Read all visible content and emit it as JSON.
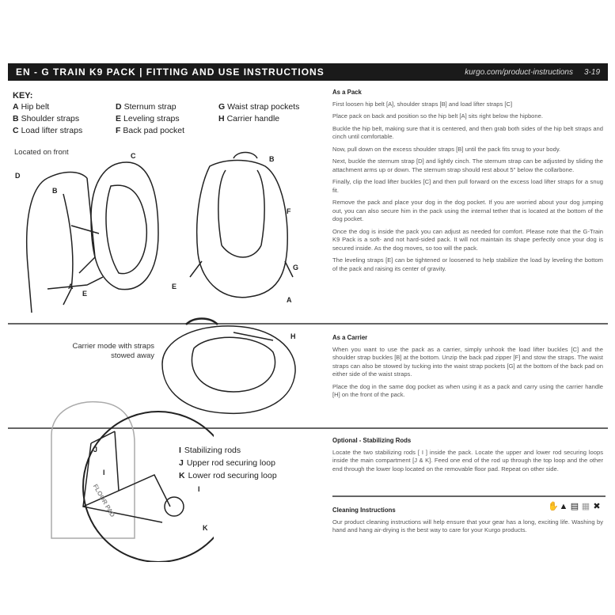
{
  "header": {
    "title": "EN - G TRAIN K9 PACK | FITTING AND USE INSTRUCTIONS",
    "url": "kurgo.com/product-instructions",
    "version": "3-19"
  },
  "key": {
    "title": "KEY:",
    "items": [
      {
        "letter": "A",
        "label": "Hip belt"
      },
      {
        "letter": "D",
        "label": "Sternum strap"
      },
      {
        "letter": "G",
        "label": "Waist strap pockets"
      },
      {
        "letter": "B",
        "label": "Shoulder straps"
      },
      {
        "letter": "E",
        "label": "Leveling straps"
      },
      {
        "letter": "H",
        "label": "Carrier handle"
      },
      {
        "letter": "C",
        "label": "Load lifter straps"
      },
      {
        "letter": "F",
        "label": "Back pad pocket"
      }
    ]
  },
  "figures": {
    "located_note": "Located on front",
    "carrier_note": "Carrier mode with straps stowed away",
    "floor_pad": "FLOOR PAD",
    "labels": [
      "A",
      "B",
      "C",
      "D",
      "E",
      "F",
      "G",
      "H",
      "I",
      "J",
      "K"
    ]
  },
  "rods_key": [
    {
      "letter": "I",
      "label": "Stabilizing rods"
    },
    {
      "letter": "J",
      "label": "Upper rod securing loop"
    },
    {
      "letter": "K",
      "label": "Lower rod securing loop"
    }
  ],
  "sections": {
    "pack": {
      "title": "As a Pack",
      "paragraphs": [
        "First loosen hip belt [A], shoulder straps [B] and load lifter straps [C]",
        "Place pack on back and position so the hip belt [A] sits right below the hipbone.",
        "Buckle the hip belt, making sure that it is centered, and then grab both sides of the hip belt straps and cinch until comfortable.",
        "Now, pull down on the excess shoulder straps [B] until the pack fits snug to your body.",
        "Next, buckle the sternum strap [D] and lightly cinch. The sternum strap can be adjusted by sliding the attachment arms up or down. The sternum strap should rest about 5\" below the collarbone.",
        "Finally, clip the load lifter buckles [C] and then pull forward on the excess load lifter straps for a snug fit.",
        "Remove the pack and place your dog in the dog pocket. If you are worried about your dog jumping out, you can also secure him in the pack using the internal tether that is located at the bottom of the dog pocket.",
        "Once the dog is inside the pack you can adjust as needed for comfort. Please note that the G-Train K9 Pack is a soft- and not hard-sided pack. It will not maintain its shape perfectly once your dog is secured inside. As the dog moves, so too will the pack.",
        "The leveling straps [E] can be tightened or loosened to help stabilize the load by leveling the bottom of the pack and raising its center of gravity."
      ]
    },
    "carrier": {
      "title": "As a Carrier",
      "paragraphs": [
        "When you want to use the pack as a carrier, simply unhook the load lifter buckles [C] and the shoulder strap buckles [B] at the bottom. Unzip the back pad zipper [F] and stow the straps. The waist straps can also be stowed by tucking into the waist strap pockets [G] at the bottom of the back pad on either side of the waist straps.",
        "Place the dog in the same dog pocket as when using it as a pack and carry using the carrier handle [H] on the front of the pack."
      ]
    },
    "rods": {
      "title": "Optional - Stabilizing Rods",
      "paragraphs": [
        "Locate the two stabilizing rods [ I ] inside the pack. Locate the upper and lower rod securing loops inside the main compartment [J & K]. Feed one end of the rod up through the top loop and the other end through the lower loop located on the removable floor pad. Repeat on other side."
      ]
    },
    "cleaning": {
      "title": "Cleaning Instructions",
      "paragraphs": [
        "Our product cleaning instructions will help ensure that your gear has a long, exciting life. Washing by hand and hang air-drying is the best way to care for your Kurgo products."
      ],
      "icons": [
        "hand-wash-icon",
        "no-bleach-icon",
        "hang-dry-icon",
        "no-iron-icon",
        "no-dry-clean-icon"
      ]
    }
  }
}
